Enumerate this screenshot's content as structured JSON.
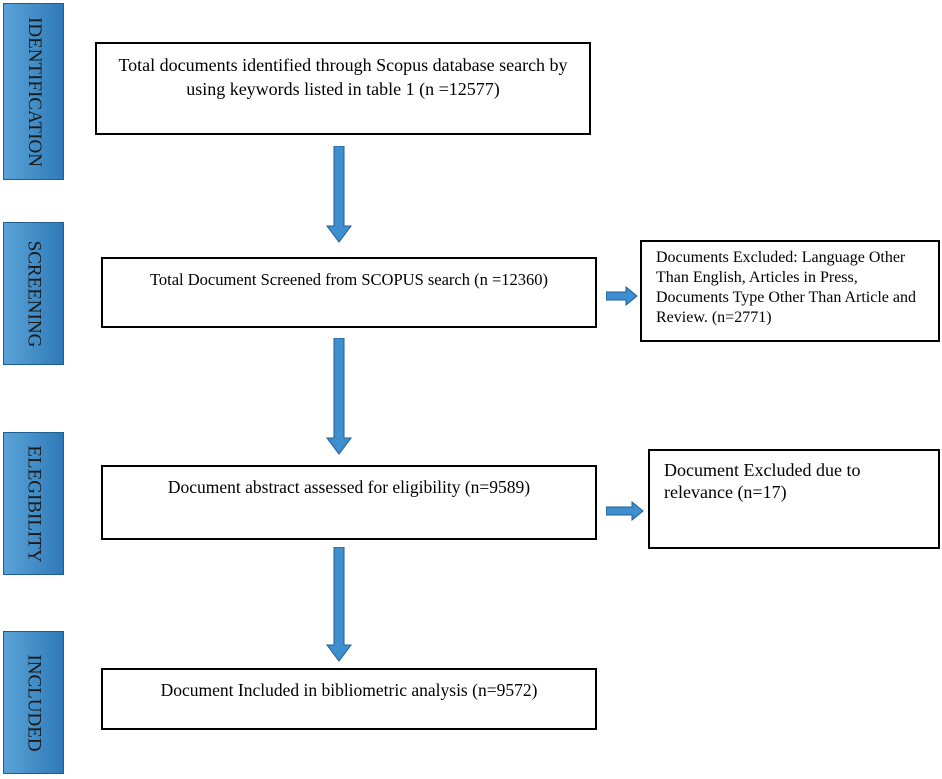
{
  "colors": {
    "stage_fill_light": "#4a97cf",
    "stage_fill_dark": "#2f7ab8",
    "stage_text": "#1a1a1a",
    "arrow_fill": "#3f8ed0",
    "arrow_stroke": "#1f5f8f",
    "box_border": "#000000"
  },
  "stages": [
    {
      "label": "IDENTIFICATION"
    },
    {
      "label": "SCREENING"
    },
    {
      "label": "ELEGIBILITY"
    },
    {
      "label": "INCLUDED"
    }
  ],
  "boxes": {
    "identification": "Total documents identified through Scopus database search by using keywords listed in table 1 (n =12577)",
    "screening": "Total Document Screened from SCOPUS search (n =12360)",
    "screening_excluded": "Documents Excluded: Language Other Than English, Articles in Press, Documents Type Other Than Article and Review. (n=2771)",
    "eligibility": "Document abstract assessed for eligibility (n=9589)",
    "eligibility_excluded": "Document Excluded due to relevance (n=17)",
    "included": "Document Included in bibliometric analysis (n=9572)"
  },
  "connectors": [
    {
      "from": "identification",
      "to": "screening",
      "direction": "down"
    },
    {
      "from": "screening",
      "to": "eligibility",
      "direction": "down"
    },
    {
      "from": "eligibility",
      "to": "included",
      "direction": "down"
    },
    {
      "from": "screening",
      "to": "screening_excluded",
      "direction": "right"
    },
    {
      "from": "eligibility",
      "to": "eligibility_excluded",
      "direction": "right"
    }
  ]
}
